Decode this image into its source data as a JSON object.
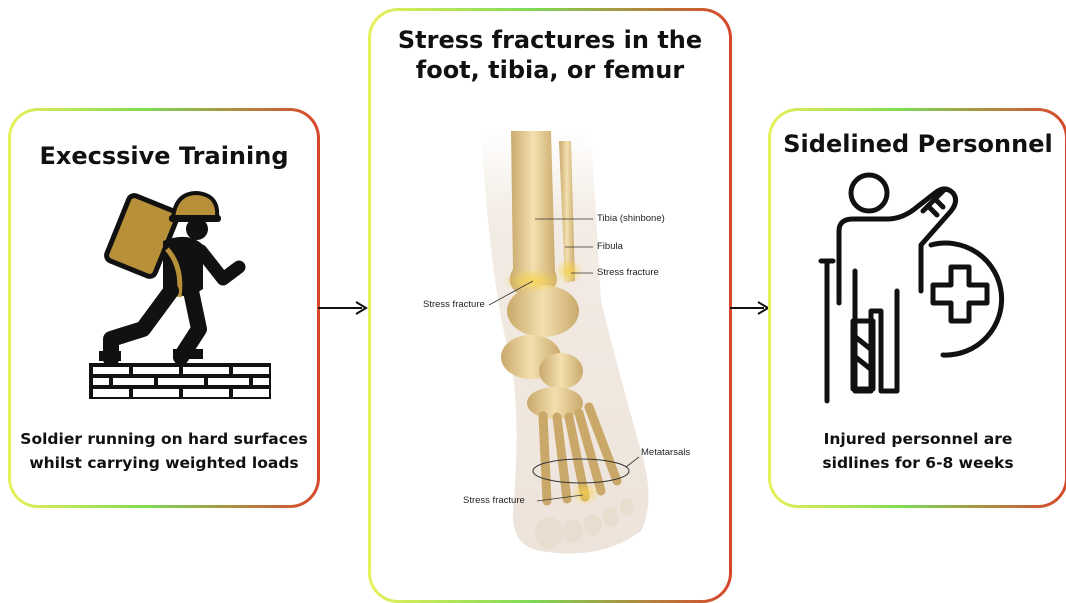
{
  "left_card": {
    "title": "Execssive Training",
    "caption_line1": "Soldier running on hard surfaces",
    "caption_line2": "whilst carrying weighted loads",
    "icon": "soldier-running-with-backpack-icon"
  },
  "middle_card": {
    "title_line1": "Stress fractures in the",
    "title_line2": "foot, tibia, or femur",
    "labels": {
      "tibia": "Tibia (shinbone)",
      "fibula": "Fibula",
      "stress_fracture_right": "Stress fracture",
      "stress_fracture_left": "Stress fracture",
      "metatarsals": "Metatarsals",
      "stress_fracture_foot": "Stress fracture"
    }
  },
  "right_card": {
    "title": "Sidelined Personnel",
    "caption_line1": "Injured personnel are",
    "caption_line2": "sidlines for 6-8 weeks",
    "icon": "injured-person-medical-cross-icon"
  },
  "colors": {
    "gold": "#b8903a",
    "dark": "#111111",
    "gradient_start": "#e8f05a",
    "gradient_mid": "#7ed957",
    "gradient_end": "#d8462a"
  }
}
